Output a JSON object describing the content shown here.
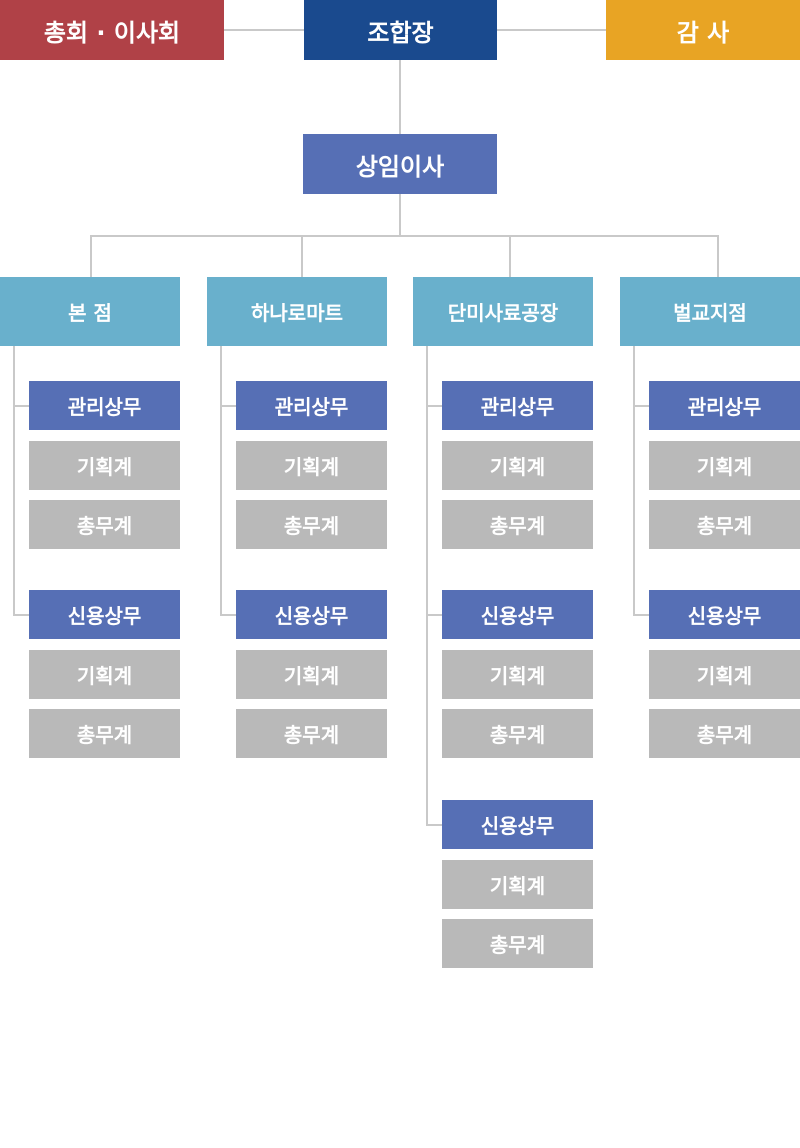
{
  "top": {
    "board": "총회 · 이사회",
    "chairman": "조합장",
    "auditor": "감 사"
  },
  "executive": "상임이사",
  "branches": [
    {
      "name": "본 점",
      "departments": [
        {
          "name": "관리상무",
          "units": [
            "기획계",
            "총무계"
          ]
        },
        {
          "name": "신용상무",
          "units": [
            "기획계",
            "총무계"
          ]
        }
      ]
    },
    {
      "name": "하나로마트",
      "departments": [
        {
          "name": "관리상무",
          "units": [
            "기획계",
            "총무계"
          ]
        },
        {
          "name": "신용상무",
          "units": [
            "기획계",
            "총무계"
          ]
        }
      ]
    },
    {
      "name": "단미사료공장",
      "departments": [
        {
          "name": "관리상무",
          "units": [
            "기획계",
            "총무계"
          ]
        },
        {
          "name": "신용상무",
          "units": [
            "기획계",
            "총무계"
          ]
        },
        {
          "name": "신용상무",
          "units": [
            "기획계",
            "총무계"
          ]
        }
      ]
    },
    {
      "name": "벌교지점",
      "departments": [
        {
          "name": "관리상무",
          "units": [
            "기획계",
            "총무계"
          ]
        },
        {
          "name": "신용상무",
          "units": [
            "기획계",
            "총무계"
          ]
        }
      ]
    }
  ],
  "colors": {
    "board": "#b04147",
    "chairman": "#1a4a8e",
    "auditor": "#e8a424",
    "executive": "#566fb5",
    "branch": "#69b0cc",
    "department": "#566fb5",
    "unit": "#b9b9b9",
    "connector": "#c9c9c9"
  }
}
